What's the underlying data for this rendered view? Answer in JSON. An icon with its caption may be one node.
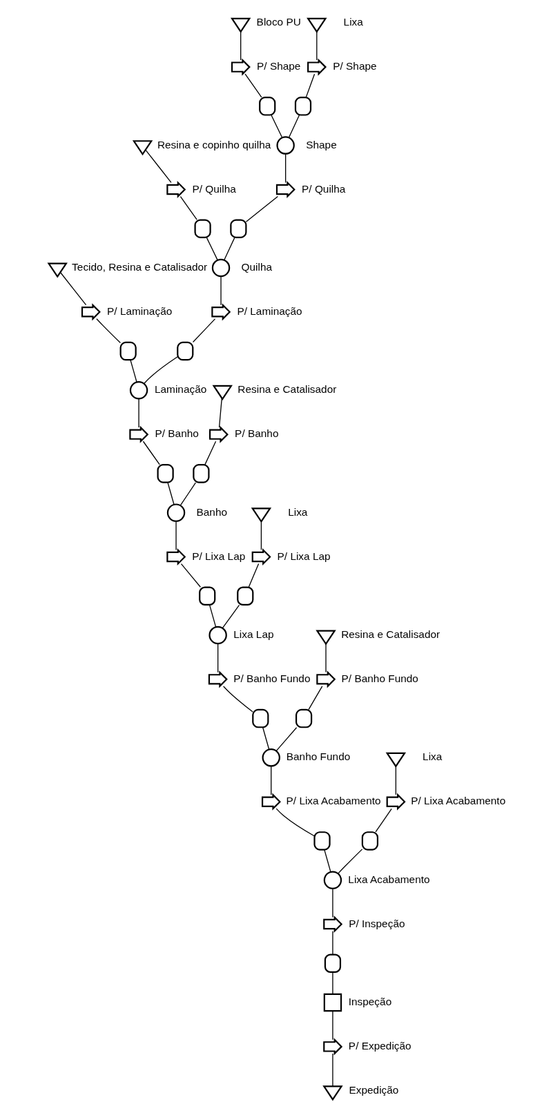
{
  "diagram": {
    "nodes": [
      {
        "text": [],
        "shape": "triangle",
        "beside": [
          "Tecido, Resina e Catalisador"
        ]
      },
      {
        "text": [],
        "shape": "arrow",
        "beside": [
          "P/ Laminação"
        ]
      },
      {
        "text": [],
        "shape": "semicircle"
      },
      {
        "text": [],
        "shape": "triangle",
        "beside": [
          "Bloco PU"
        ]
      },
      {
        "text": [],
        "shape": "arrow",
        "beside": [
          "P/ Shape"
        ]
      },
      {
        "text": [],
        "shape": "semicircle"
      },
      {
        "text": [],
        "shape": "triangle",
        "beside": [
          "Lixa"
        ]
      },
      {
        "text": [],
        "shape": "arrow",
        "beside": [
          "P/ Shape"
        ]
      },
      {
        "text": [],
        "shape": "semicircle"
      },
      {
        "text": [],
        "shape": "triangle",
        "beside": [
          "Resina e copinho quilha"
        ]
      },
      {
        "text": [],
        "shape": "arrow",
        "beside": [
          "P/ Quilha"
        ]
      },
      {
        "text": [],
        "shape": "semicircle"
      },
      {
        "text": [],
        "shape": "circle",
        "beside": [
          "Shape"
        ]
      },
      {
        "text": [],
        "shape": "arrow",
        "beside": [
          "P/ Quilha"
        ]
      },
      {
        "text": [],
        "shape": "semicircle"
      },
      {
        "text": [],
        "shape": "circle",
        "beside": [
          "Quilha"
        ]
      },
      {
        "text": [],
        "shape": "arrow",
        "beside": [
          "P/ Laminação"
        ]
      },
      {
        "text": [],
        "shape": "semicircle"
      },
      {
        "text": [],
        "shape": "circle",
        "beside": [
          "Laminação"
        ]
      },
      {
        "text": [],
        "shape": "arrow",
        "beside": [
          "P/ Banho"
        ]
      },
      {
        "text": [],
        "shape": "semicircle"
      },
      {
        "text": [],
        "shape": "triangle",
        "beside": [
          "Resina e Catalisador"
        ]
      },
      {
        "text": [],
        "shape": "arrow",
        "beside": [
          "P/ Banho"
        ]
      },
      {
        "text": [],
        "shape": "semicircle"
      },
      {
        "text": [],
        "shape": "circle",
        "beside": [
          "Banho"
        ]
      },
      {
        "text": [],
        "shape": "arrow",
        "beside": [
          "P/ Lixa Lap"
        ]
      },
      {
        "text": [],
        "shape": "semicircle"
      },
      {
        "text": [],
        "shape": "triangle",
        "beside": [
          "Lixa"
        ]
      },
      {
        "text": [],
        "shape": "arrow",
        "beside": [
          "P/ Lixa Lap"
        ]
      },
      {
        "text": [],
        "shape": "semicircle"
      },
      {
        "text": [],
        "shape": "circle",
        "beside": [
          "Lixa Lap"
        ]
      },
      {
        "text": [],
        "shape": "arrow",
        "beside": [
          "P/ Banho Fundo"
        ]
      },
      {
        "text": [],
        "shape": "semicircle"
      },
      {
        "text": [],
        "shape": "triangle",
        "beside": [
          "Resina e Catalisador"
        ]
      },
      {
        "text": [],
        "shape": "arrow",
        "beside": [
          "P/ Banho Fundo"
        ]
      },
      {
        "text": [],
        "shape": "semicircle"
      },
      {
        "text": [],
        "shape": "circle",
        "beside": [
          "Banho Fundo"
        ]
      },
      {
        "text": [],
        "shape": "arrow",
        "beside": [
          "P/ Lixa Acabamento"
        ]
      },
      {
        "text": [],
        "shape": "semicircle"
      },
      {
        "text": [],
        "shape": "triangle",
        "beside": [
          "Lixa"
        ]
      },
      {
        "text": [],
        "shape": "arrow",
        "beside": [
          "P/ Lixa Acabamento"
        ]
      },
      {
        "text": [],
        "shape": "semicircle"
      },
      {
        "text": [],
        "shape": "circle",
        "beside": [
          "Lixa Acabamento"
        ]
      },
      {
        "text": [],
        "shape": "arrow",
        "beside": [
          "P/ Inspeção"
        ]
      },
      {
        "text": [],
        "shape": "semicircle"
      },
      {
        "text": [],
        "shape": "box",
        "beside": [
          "Inspeção"
        ]
      },
      {
        "text": [],
        "shape": "arrow",
        "beside": [
          "P/ Expedição"
        ]
      },
      {
        "text": [],
        "shape": "triangle",
        "beside": [
          "Expedição"
        ]
      }
    ],
    "edges": [
      {
        "from": 0,
        "to": 1,
        "arrow": "none"
      },
      {
        "from": 1,
        "to": 2,
        "arrow": "none"
      },
      {
        "from": 2,
        "to": 18,
        "arrow": "none"
      },
      {
        "from": 3,
        "to": 4,
        "arrow": "none"
      },
      {
        "from": 4,
        "to": 5,
        "arrow": "none"
      },
      {
        "from": 5,
        "to": 12,
        "arrow": "none"
      },
      {
        "from": 6,
        "to": 7,
        "arrow": "none"
      },
      {
        "from": 7,
        "to": 8,
        "arrow": "none"
      },
      {
        "from": 8,
        "to": 12,
        "arrow": "none"
      },
      {
        "from": 9,
        "to": 10,
        "arrow": "none"
      },
      {
        "from": 10,
        "to": 11,
        "arrow": "none"
      },
      {
        "from": 11,
        "to": 15,
        "arrow": "none"
      },
      {
        "from": 12,
        "to": 13,
        "arrow": "none"
      },
      {
        "from": 13,
        "to": 14,
        "arrow": "none"
      },
      {
        "from": 14,
        "to": 15,
        "arrow": "none"
      },
      {
        "from": 15,
        "to": 16,
        "arrow": "none"
      },
      {
        "from": 16,
        "to": 17,
        "arrow": "none"
      },
      {
        "from": 17,
        "to": 18,
        "arrow": "none"
      },
      {
        "from": 18,
        "to": 19,
        "arrow": "none"
      },
      {
        "from": 19,
        "to": 20,
        "arrow": "none"
      },
      {
        "from": 20,
        "to": 24,
        "arrow": "none"
      },
      {
        "from": 21,
        "to": 22,
        "arrow": "none"
      },
      {
        "from": 22,
        "to": 23,
        "arrow": "none"
      },
      {
        "from": 23,
        "to": 24,
        "arrow": "none"
      },
      {
        "from": 24,
        "to": 25,
        "arrow": "none"
      },
      {
        "from": 25,
        "to": 26,
        "arrow": "none"
      },
      {
        "from": 26,
        "to": 30,
        "arrow": "none"
      },
      {
        "from": 27,
        "to": 28,
        "arrow": "none"
      },
      {
        "from": 28,
        "to": 29,
        "arrow": "none"
      },
      {
        "from": 29,
        "to": 30,
        "arrow": "none"
      },
      {
        "from": 30,
        "to": 31,
        "arrow": "none"
      },
      {
        "from": 31,
        "to": 32,
        "arrow": "none"
      },
      {
        "from": 32,
        "to": 36,
        "arrow": "none"
      },
      {
        "from": 33,
        "to": 34,
        "arrow": "none"
      },
      {
        "from": 34,
        "to": 35,
        "arrow": "none"
      },
      {
        "from": 35,
        "to": 36,
        "arrow": "none"
      },
      {
        "from": 36,
        "to": 37,
        "arrow": "none"
      },
      {
        "from": 37,
        "to": 38,
        "arrow": "none"
      },
      {
        "from": 38,
        "to": 42,
        "arrow": "none"
      },
      {
        "from": 39,
        "to": 40,
        "arrow": "none"
      },
      {
        "from": 40,
        "to": 41,
        "arrow": "none"
      },
      {
        "from": 41,
        "to": 42,
        "arrow": "none"
      },
      {
        "from": 42,
        "to": 43,
        "arrow": "none"
      },
      {
        "from": 43,
        "to": 44,
        "arrow": "none"
      },
      {
        "from": 44,
        "to": 45,
        "arrow": "none"
      },
      {
        "from": 45,
        "to": 46,
        "arrow": "none"
      },
      {
        "from": 46,
        "to": 47,
        "arrow": "none"
      }
    ]
  }
}
